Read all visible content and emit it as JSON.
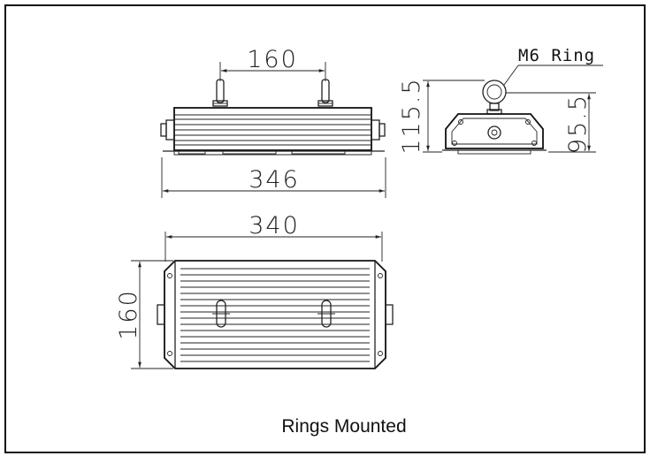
{
  "dimensions": {
    "ring_spacing": "160",
    "side_length": "346",
    "top_length": "340",
    "top_width": "160",
    "end_total_height": "115.5",
    "end_body_height": "95.5"
  },
  "labels": {
    "ring_callout": "M6 Ring"
  },
  "caption": "Rings Mounted"
}
